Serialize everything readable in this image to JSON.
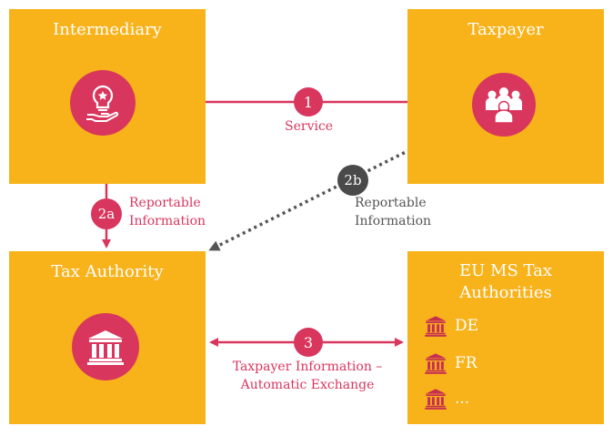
{
  "boxes": {
    "intermediary": {
      "title": "Intermediary"
    },
    "taxpayer": {
      "title": "Taxpayer"
    },
    "tax_authority": {
      "title": "Tax Authority"
    },
    "eu_ms": {
      "title_line1": "EU MS Tax",
      "title_line2": "Authorities",
      "countries": [
        "DE",
        "FR",
        "..."
      ]
    }
  },
  "flows": {
    "service": {
      "badge": "1",
      "label": "Service"
    },
    "reportable_2a": {
      "badge": "2a",
      "line1": "Reportable",
      "line2": "Information"
    },
    "reportable_2b": {
      "badge": "2b",
      "line1": "Reportable",
      "line2": "Information"
    },
    "exchange": {
      "badge": "3",
      "line1": "Taxpayer Information –",
      "line2": "Automatic Exchange"
    }
  },
  "colors": {
    "box": "#F8B21A",
    "accent": "#D9365E",
    "dark_badge": "#4A4A4A",
    "dark_text": "#555555"
  },
  "icons": {
    "intermediary": "lightbulb-hand-icon",
    "taxpayer": "people-group-icon",
    "tax_authority": "bank-building-icon",
    "country": "bank-building-icon"
  }
}
